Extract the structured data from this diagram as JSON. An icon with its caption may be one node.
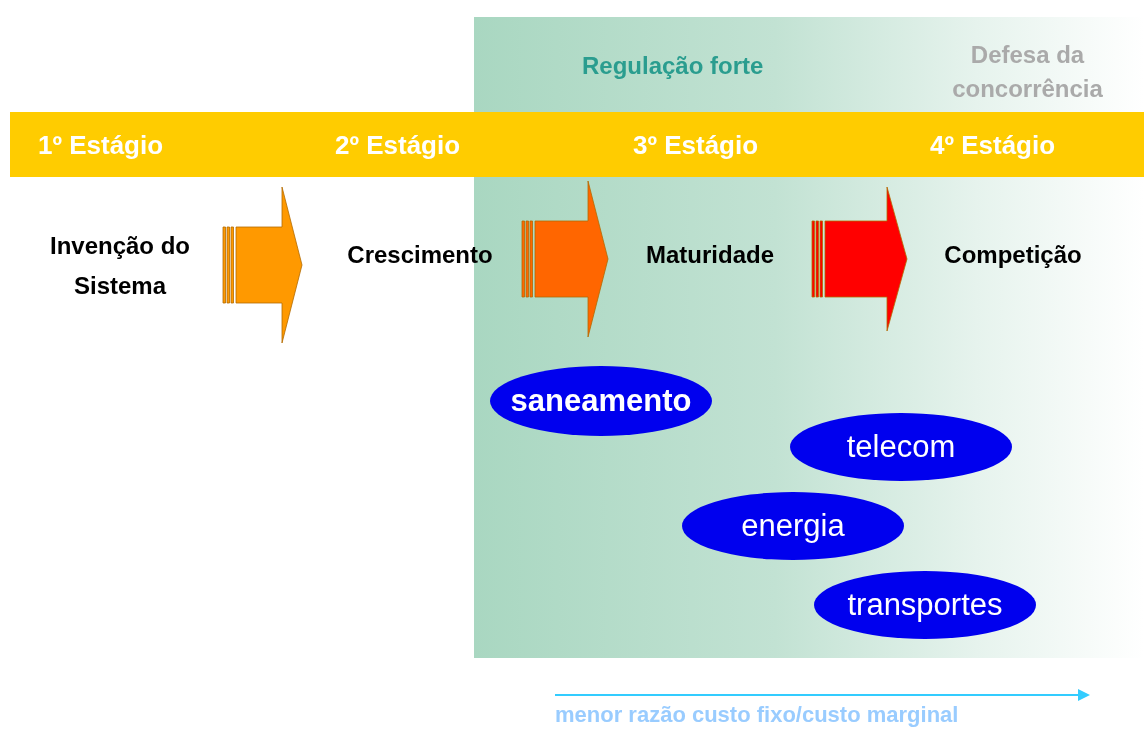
{
  "diagram": {
    "nodes": [
      {
        "text": [
          "Regulação forte"
        ]
      },
      {
        "text": [
          "1º Estágio",
          "2º Estágio",
          "3º Estágio",
          "4º Estágio"
        ]
      },
      {
        "text": [
          "Invenção do Sistema"
        ]
      },
      {
        "text": [
          "Crescimento"
        ]
      },
      {
        "text": [
          "Maturidade"
        ],
        "in": 0
      },
      {
        "text": [
          "Competição"
        ],
        "in": 0
      },
      {
        "text": [
          "saneamento"
        ],
        "in": 0
      },
      {
        "text": [
          "telecom"
        ],
        "in": 0
      },
      {
        "text": [
          "energia"
        ],
        "in": 0
      },
      {
        "text": [
          "transportes"
        ],
        "in": 0
      }
    ],
    "edges": [
      {
        "from": 2,
        "to": 3,
        "arrow": "to",
        "style": "thick",
        "color": "#ff9900"
      },
      {
        "from": 3,
        "to": 4,
        "arrow": "to",
        "style": "thick",
        "color": "#ff6600"
      },
      {
        "from": 4,
        "to": 5,
        "arrow": "to",
        "style": "thick",
        "color": "#ff0000"
      }
    ],
    "labels": [
      "Defesa da concorrência",
      "menor razão custo fixo/custo marginal"
    ]
  }
}
